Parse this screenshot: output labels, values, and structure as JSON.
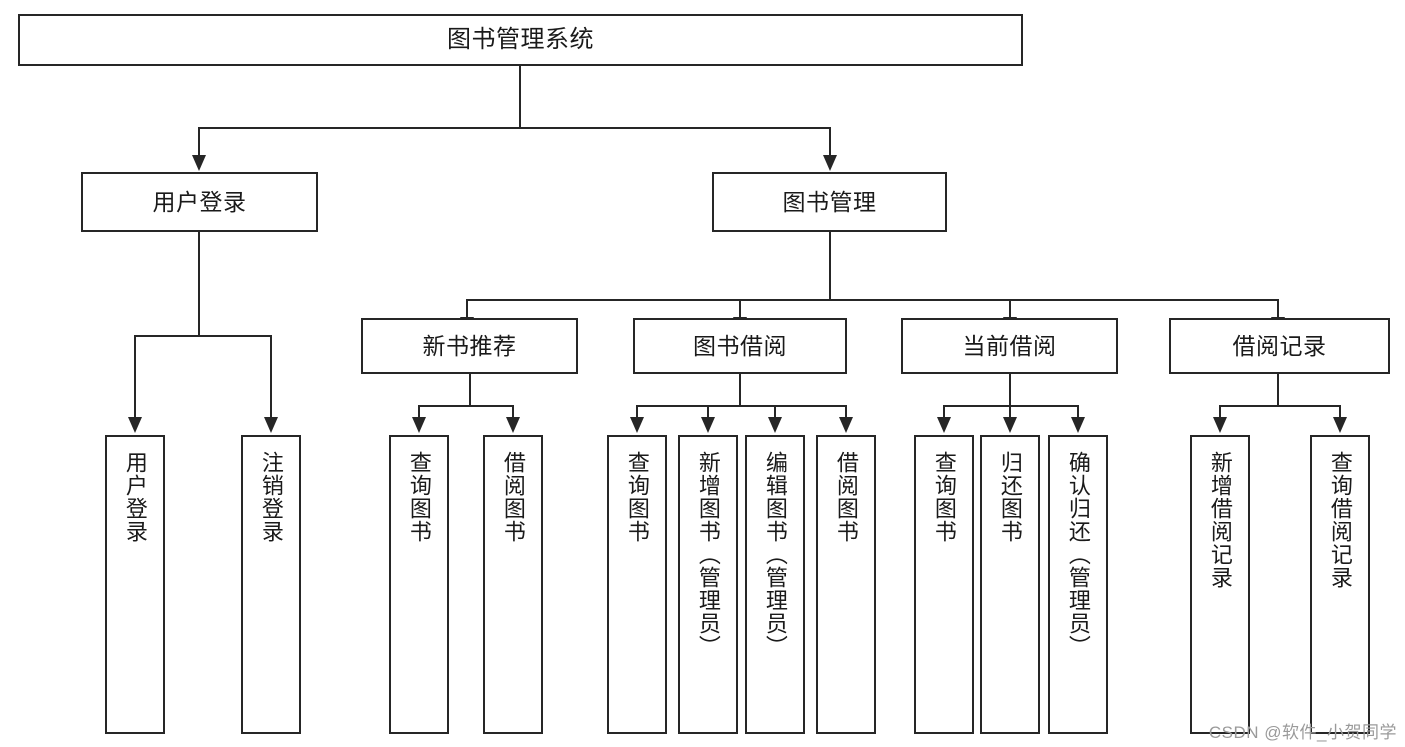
{
  "diagram": {
    "title": "图书管理系统",
    "type": "tree",
    "nodes": {
      "root": {
        "label": "图书管理系统"
      },
      "level2": [
        {
          "label": "用户登录"
        },
        {
          "label": "图书管理"
        }
      ],
      "level3": [
        {
          "label": "新书推荐"
        },
        {
          "label": "图书借阅"
        },
        {
          "label": "当前借阅"
        },
        {
          "label": "借阅记录"
        }
      ],
      "leaves": {
        "user_login": [
          {
            "label": "用户登录"
          },
          {
            "label": "注销登录"
          }
        ],
        "new_book_recommend": [
          {
            "label": "查询图书"
          },
          {
            "label": "借阅图书"
          }
        ],
        "book_borrow": [
          {
            "label": "查询图书"
          },
          {
            "label": "新增图书（管理员）"
          },
          {
            "label": "编辑图书（管理员）"
          },
          {
            "label": "借阅图书"
          }
        ],
        "current_borrow": [
          {
            "label": "查询图书"
          },
          {
            "label": "归还图书"
          },
          {
            "label": "确认归还（管理员）"
          }
        ],
        "borrow_record": [
          {
            "label": "新增借阅记录"
          },
          {
            "label": "查询借阅记录"
          }
        ]
      }
    },
    "colors": {
      "stroke": "#262626",
      "fill": "#ffffff",
      "text": "#1a1a1a",
      "watermark": "#9a9a9a"
    }
  },
  "watermark": {
    "text": "CSDN @软件_小贺同学"
  }
}
